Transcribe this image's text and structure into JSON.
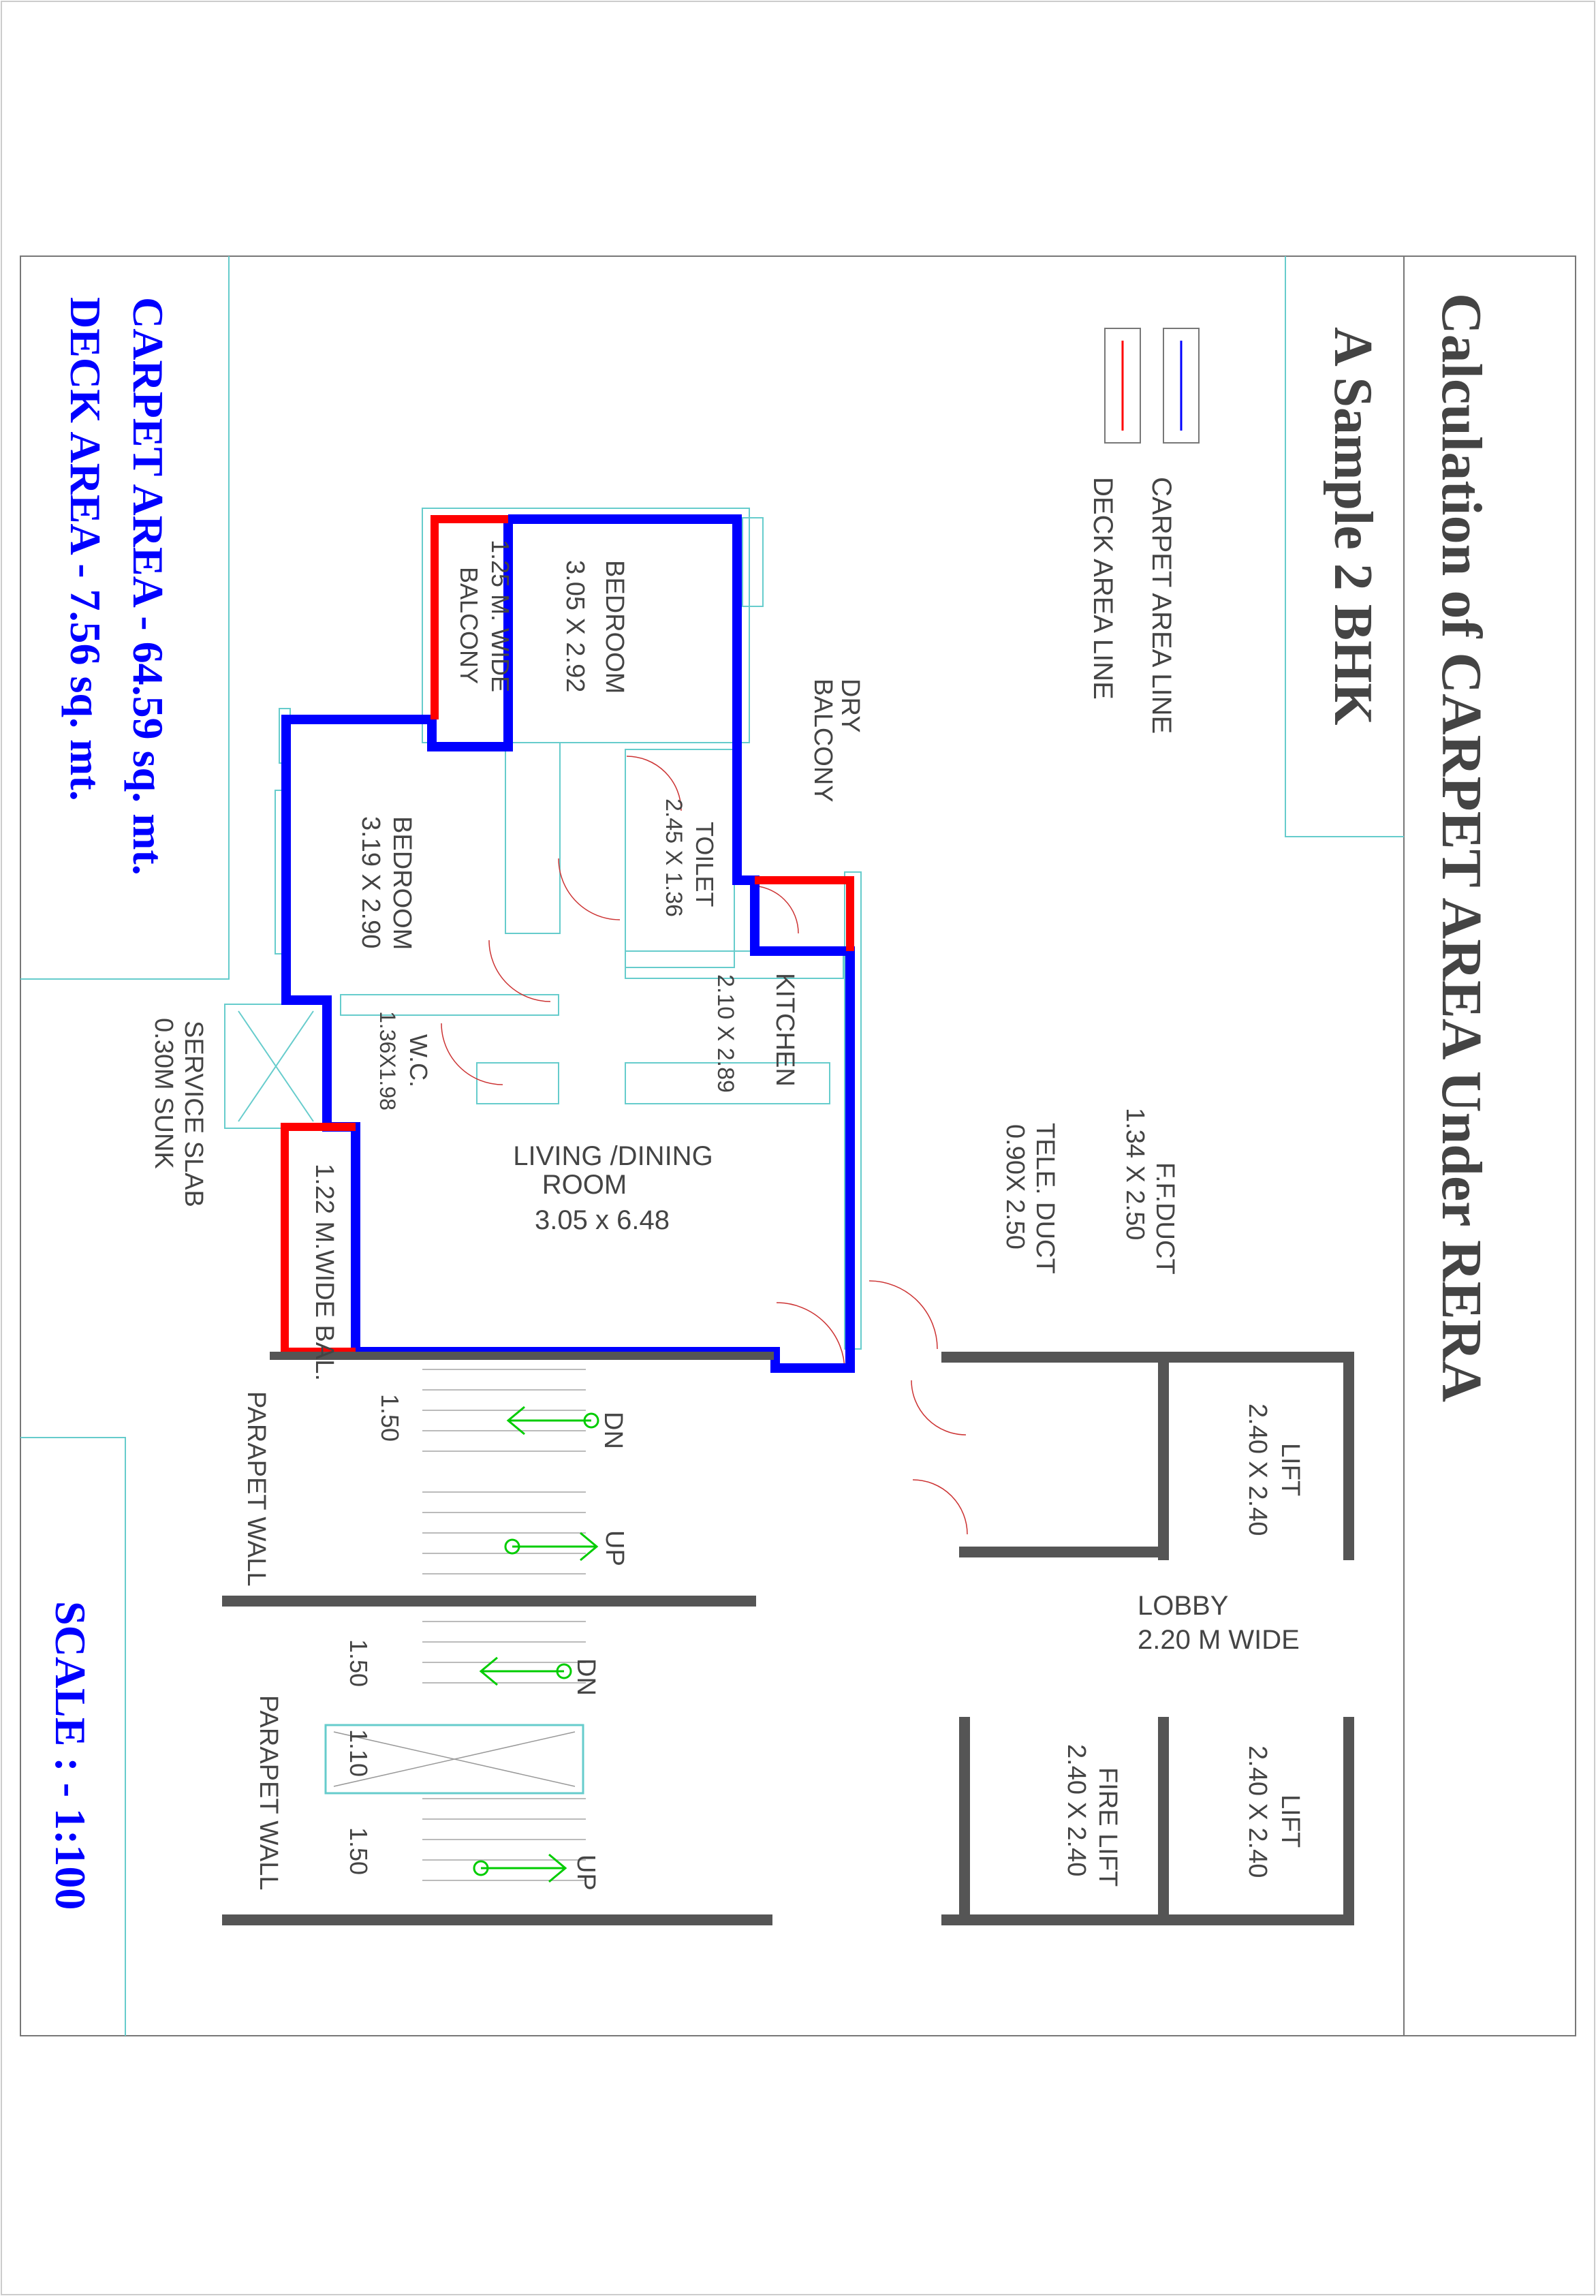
{
  "title": "Calculation of CARPET AREA Under RERA",
  "subtitle": "A Sample 2 BHK",
  "legend": {
    "carpet": {
      "label": "CARPET AREA LINE",
      "color": "#0000ff"
    },
    "deck": {
      "label": "DECK AREA LINE",
      "color": "#ff0000"
    }
  },
  "summary": {
    "carpet_area": "CARPET AREA - 64.59 sq. mt.",
    "deck_area": "DECK AREA - 7.56 sq. mt.",
    "scale": "SCALE : - 1:100"
  },
  "rooms": {
    "bedroom1": {
      "name": "BEDROOM",
      "dims": "3.05 X 2.92"
    },
    "balcony_wide": {
      "name": "1.25 M. WIDE",
      "sub": "BALCONY"
    },
    "dry_balcony": {
      "name": "DRY",
      "sub": "BALCONY"
    },
    "bedroom2": {
      "name": "BEDROOM",
      "dims": "3.19 X 2.90"
    },
    "toilet": {
      "name": "TOILET",
      "dims": "2.45 X 1.36"
    },
    "kitchen": {
      "name": "KITCHEN",
      "dims": "2.10 X 2.89"
    },
    "wc": {
      "name": "W.C.",
      "dims": "1.36X1.98"
    },
    "service_slab": {
      "name": "SERVICE SLAB",
      "sub": "0.30M SUNK"
    },
    "living": {
      "name": "LIVING /DINING",
      "sub": "ROOM",
      "dims": "3.05 x 6.48"
    },
    "balcony_122": {
      "name": "1.22 M.WIDE BAL."
    },
    "ff_duct": {
      "name": "F.F.DUCT",
      "dims": "1.34 X 2.50"
    },
    "tele_duct": {
      "name": "TELE. DUCT",
      "dims": "0.90X 2.50"
    },
    "lift1": {
      "name": "LIFT",
      "dims": "2.40 X 2.40"
    },
    "lift2": {
      "name": "LIFT",
      "dims": "2.40 X 2.40"
    },
    "fire_lift": {
      "name": "FIRE LIFT",
      "dims": "2.40 X 2.40"
    },
    "lobby": {
      "name": "LOBBY",
      "dims": "2.20 M WIDE"
    }
  },
  "stairs": {
    "dn": "DN",
    "up": "UP",
    "dim_150": "1.50",
    "dim_110": "1.10",
    "parapet": "PARAPET WALL"
  }
}
